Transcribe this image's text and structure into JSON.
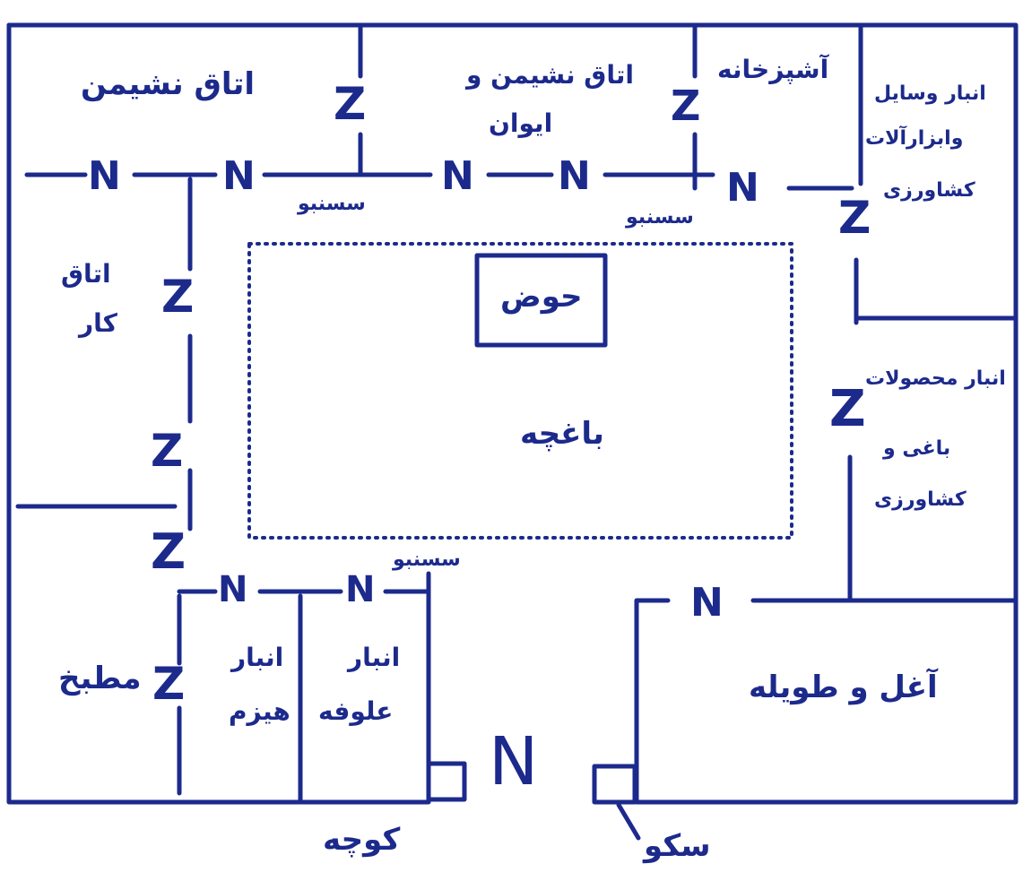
{
  "plan": {
    "rooms": {
      "guest_room": "اتاق نشیمن",
      "living_room_line1": "اتاق نشیمن و",
      "living_room_line2": "ایوان",
      "kitchen_top": "آشپزخانه",
      "storage_tools_line1": "انبار وسایل",
      "storage_tools_line2": "وابزارآلات",
      "storage_tools_line3": "کشاورزی",
      "work_room_line1": "اتاق",
      "work_room_line2": "کار",
      "pool": "حوض",
      "garden": "باغچه",
      "storage_crops_line1": "انبار محصولات",
      "storage_crops_line2": "باغی و",
      "storage_crops_line3": "کشاورزی",
      "stable": "آغل و طویله",
      "kitchen_bottom": "مطبخ",
      "firewood_line1": "انبار",
      "firewood_line2": "هیزم",
      "fodder_line1": "انبار",
      "fodder_line2": "علوفه",
      "alley": "کوچه",
      "platform": "سکو"
    },
    "porch_labels": [
      "سسنبو",
      "سسنبو",
      "سسنبو"
    ],
    "door_symbol": "N",
    "window_symbol": "Z",
    "ink_color": "#1c2a8c"
  }
}
